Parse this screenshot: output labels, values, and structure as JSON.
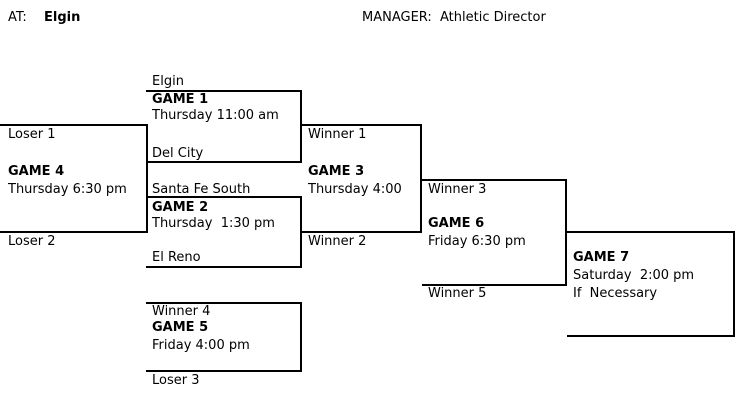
{
  "header": {
    "at_label": "AT:",
    "at_value": "Elgin",
    "manager_label": "MANAGER:",
    "manager_value": "Athletic Director"
  },
  "games": {
    "game1": {
      "team_top": "Elgin",
      "title": "GAME 1",
      "time": "Thursday 11:00 am",
      "team_bottom": "Del City"
    },
    "game2": {
      "team_top": "Santa Fe South",
      "title": "GAME 2",
      "time": "Thursday  1:30 pm",
      "team_bottom": "El Reno"
    },
    "game3": {
      "top": "Winner 1",
      "title": "GAME 3",
      "time": "Thursday 4:00",
      "bottom": "Winner 2"
    },
    "game4": {
      "top": "Loser 1",
      "title": "GAME 4",
      "time": "Thursday 6:30 pm",
      "bottom": "Loser 2"
    },
    "game5": {
      "top": "Winner 4",
      "title": "GAME 5",
      "time": "Friday 4:00 pm",
      "bottom": "Loser 3"
    },
    "game6": {
      "top": "Winner 3",
      "title": "GAME 6",
      "time": "Friday 6:30 pm",
      "bottom": "Winner 5"
    },
    "game7": {
      "title": "GAME 7",
      "time": "Saturday  2:00 pm",
      "note": "If  Necessary"
    }
  }
}
